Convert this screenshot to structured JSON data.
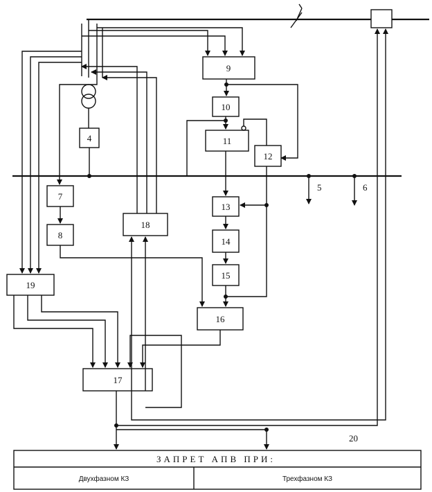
{
  "blocks": {
    "b4": "4",
    "b7": "7",
    "b8": "8",
    "b9": "9",
    "b10": "10",
    "b11": "11",
    "b12": "12",
    "b13": "13",
    "b14": "14",
    "b15": "15",
    "b16": "16",
    "b17": "17",
    "b18": "18",
    "b19": "19"
  },
  "line_labels": {
    "l5": "5",
    "l6": "6",
    "l20": "20"
  },
  "bottom_panel": {
    "title": "ЗАПРЕТ АПВ ПРИ:",
    "left": "Двухфазном КЗ",
    "right": "Трехфазном КЗ"
  }
}
